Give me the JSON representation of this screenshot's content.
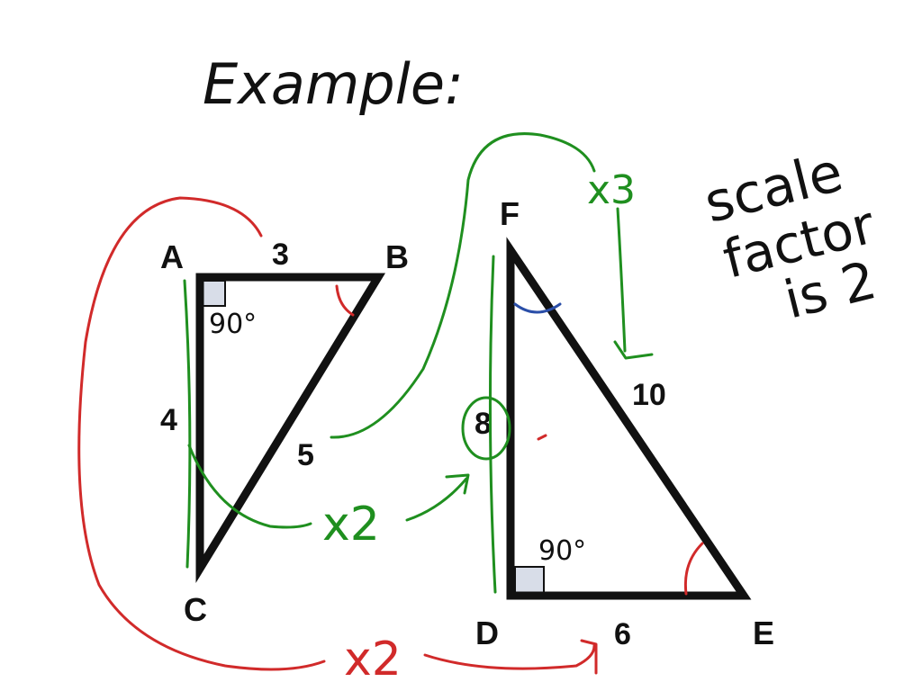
{
  "heading": "Example:",
  "note": {
    "line1": "scale",
    "line2": "factor",
    "line3": "is 2"
  },
  "triangle_small": {
    "vertices": {
      "a": "A",
      "b": "B",
      "c": "C"
    },
    "sides": {
      "ab": "3",
      "ac": "4",
      "bc": "5"
    },
    "right_angle": "90°"
  },
  "triangle_large": {
    "vertices": {
      "d": "D",
      "e": "E",
      "f": "F"
    },
    "sides": {
      "de": "6",
      "df": "8",
      "ef": "10"
    },
    "right_angle": "90°"
  },
  "annotations": {
    "green_mid": "x2",
    "green_top": "x3",
    "red_bottom": "x2"
  },
  "colors": {
    "ink_black": "#111111",
    "ink_green": "#1f8f1f",
    "ink_red": "#d12a2a",
    "ink_blue": "#2a4ea8"
  }
}
